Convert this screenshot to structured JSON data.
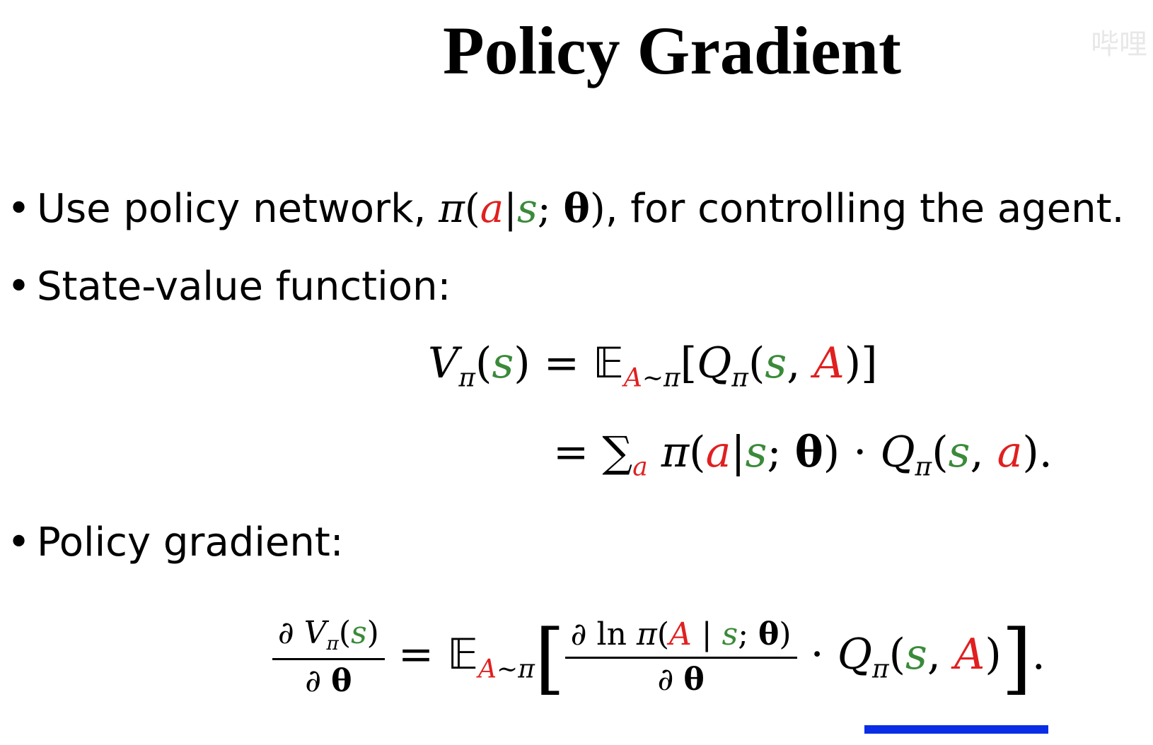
{
  "title": "Policy Gradient",
  "watermark": "哔哩",
  "bullets": {
    "b1_prefix": "Use policy network,",
    "b1_suffix": ", for controlling the agent.",
    "b2": "State-value function:",
    "b3": "Policy gradient:"
  },
  "colors": {
    "action": "#e02020",
    "state": "#3a8a3a",
    "underline": "#0a2ee6"
  }
}
